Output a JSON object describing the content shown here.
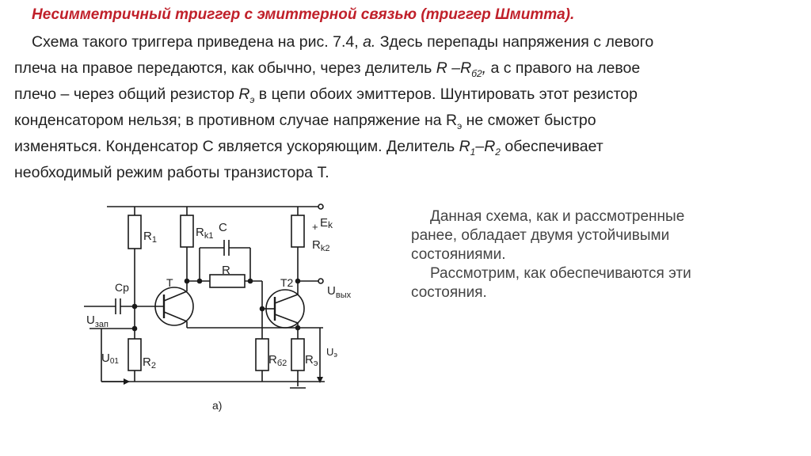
{
  "title": "Несимметричный триггер с эмиттерной связью (триггер Шмитта).",
  "para": {
    "l1a": "Схема такого триггера приведена на рис. 7.4, ",
    "l1b": "а.",
    "l1c": " Здесь перепады напряжения с левого",
    "l2a": "плеча на правое передаются, как обычно, через делитель ",
    "l2b": "R –R",
    "l2c": "б2",
    "l2d": ",",
    "l2e": " а с правого на левое",
    "l3a": "плечо – через общий резистор ",
    "l3b": "R",
    "l3c": "э",
    "l3d": " в цепи обоих эмиттеров. Шунтировать этот резистор",
    "l4a": "конденсатором нельзя; в противном случае напряжение на R",
    "l4b": "э",
    "l4c": " не сможет быстро",
    "l5a": "изменяться. Конденсатор С является ускоряющим. Делитель ",
    "l5b": "R",
    "l5c": "1",
    "l5d": "–R",
    "l5e": "2",
    "l5f": " обеспечивает",
    "l6": "необходимый режим работы транзистора Т."
  },
  "side": {
    "l1": "Данная схема, как и рассмотренные",
    "l2": "ранее, обладает двумя устойчивыми",
    "l3": "состояниями.",
    "l4": "Рассмотрим, как обеспечиваются эти",
    "l5": "состояния."
  },
  "circuit": {
    "r1": "R",
    "r1s": "1",
    "rk1": "R",
    "rk1s": "k1",
    "c": "C",
    "r": "R",
    "ek": "E",
    "eks": "k",
    "rk2": "R",
    "rk2s": "k2",
    "cp": "Cp",
    "t1": "T",
    "t2": "T2",
    "uout": "U",
    "uouts": "вых",
    "uzap": "U",
    "uzaps": "зап",
    "u01": "U",
    "u01s": "01",
    "r2": "R",
    "r2s": "2",
    "rb2": "R",
    "rb2s": "б2",
    "re": "R",
    "res": "э",
    "ue": "U",
    "ues": "э",
    "caption": "а)"
  }
}
